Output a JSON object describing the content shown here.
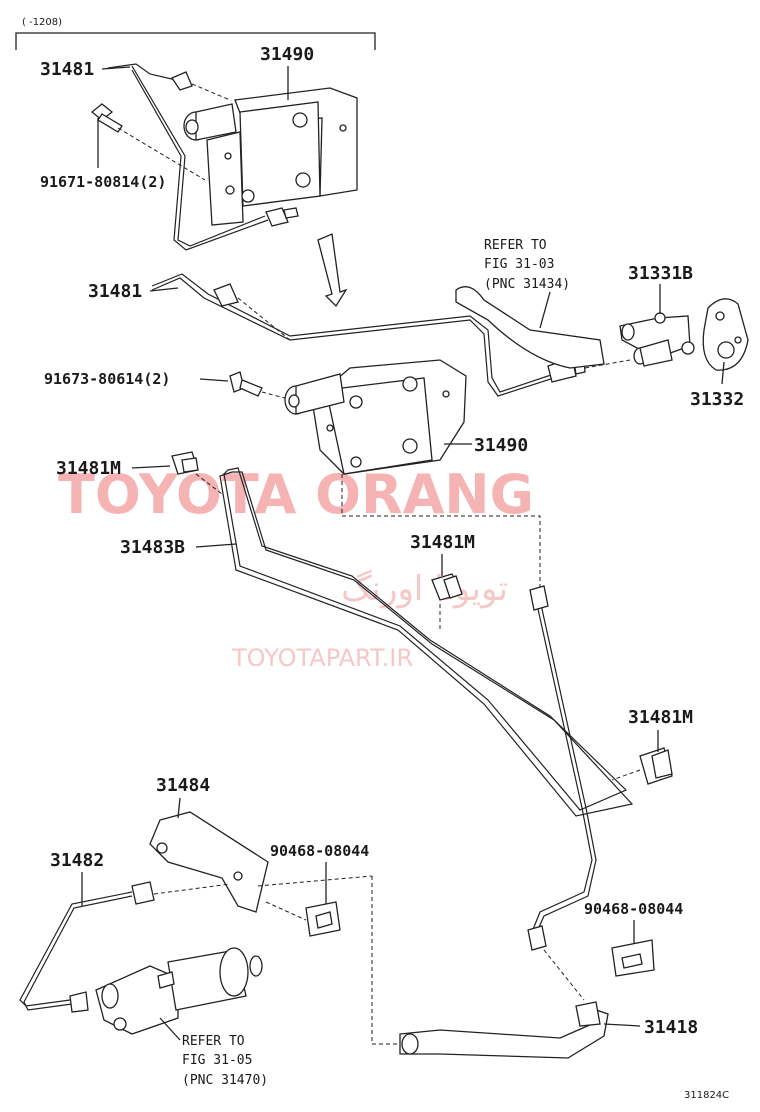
{
  "header": {
    "date_range": "(     -1208)"
  },
  "labels": {
    "p31481_top": "31481",
    "p31490_top": "31490",
    "bolt_top": "91671-80814(2)",
    "p31481_mid": "31481",
    "refer_fig_3103_l1": "REFER TO",
    "refer_fig_3103_l2": "FIG 31-03",
    "refer_fig_3103_l3": "(PNC 31434)",
    "p31331B": "31331B",
    "p31332": "31332",
    "bolt_mid": "91673-80614(2)",
    "p31490_mid": "31490",
    "p31481M_a": "31481M",
    "p31483B": "31483B",
    "p31481M_b": "31481M",
    "p31481M_c": "31481M",
    "p31484": "31484",
    "p31482": "31482",
    "clip_a": "90468-08044",
    "clip_b": "90468-08044",
    "p31418": "31418",
    "refer_fig_3105_l1": "REFER TO",
    "refer_fig_3105_l2": "FIG 31-05",
    "refer_fig_3105_l3": "(PNC 31470)",
    "figure_code": "311824C"
  },
  "watermark": {
    "brand": "TOYOTA ORANG",
    "persian": "تویوتا اورنگ",
    "site": "TOYOTAPART.IR"
  },
  "colors": {
    "line": "#222222",
    "watermark": "#f29a9a"
  }
}
